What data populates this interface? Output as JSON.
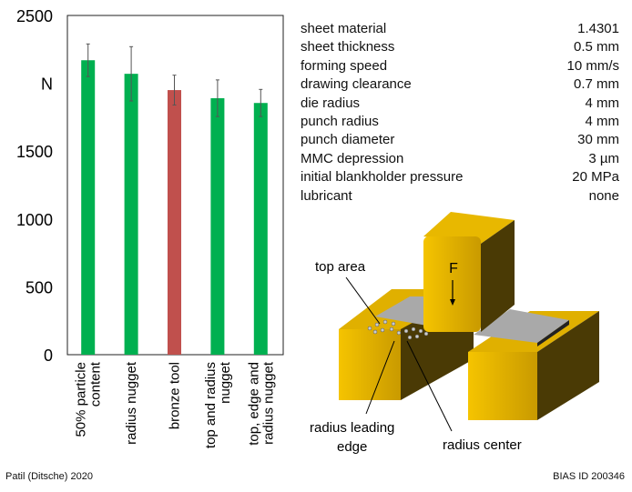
{
  "chart_data": {
    "type": "bar",
    "categories": [
      "50% particle content",
      "radius nugget",
      "bronze tool",
      "top and radius nugget",
      "top, edge and radius nugget"
    ],
    "category_lines": [
      [
        "50% particle",
        "content"
      ],
      [
        "radius nugget"
      ],
      [
        "bronze tool"
      ],
      [
        "top and radius",
        "nugget"
      ],
      [
        "top, edge and",
        "radius nugget"
      ]
    ],
    "values": [
      2170,
      2070,
      1950,
      1890,
      1855
    ],
    "errors": [
      120,
      200,
      110,
      135,
      100
    ],
    "colors": [
      "#00b050",
      "#00b050",
      "#c0504d",
      "#00b050",
      "#00b050"
    ],
    "ylim": [
      0,
      2500
    ],
    "yticks": [
      "0",
      "500",
      "1000",
      "1500",
      "N",
      "2500"
    ],
    "ytick_values": [
      0,
      500,
      1000,
      1500,
      2000,
      2500
    ],
    "ylabel": "N",
    "grid": false
  },
  "parameters": [
    {
      "label": "sheet material",
      "value": "1.4301"
    },
    {
      "label": "sheet thickness",
      "value": "0.5 mm"
    },
    {
      "label": "forming speed",
      "value": "10 mm/s"
    },
    {
      "label": "drawing clearance",
      "value": "0.7 mm"
    },
    {
      "label": "die radius",
      "value": "4 mm"
    },
    {
      "label": "punch radius",
      "value": "4 mm"
    },
    {
      "label": "punch diameter",
      "value": "30 mm"
    },
    {
      "label": "MMC depression",
      "value": "3 µm"
    },
    {
      "label": "initial blankholder pressure",
      "value": "20 MPa"
    },
    {
      "label": "lubricant",
      "value": "none"
    }
  ],
  "diagram": {
    "force": "F",
    "top_area": "top area",
    "radius_leading_edge_1": "radius leading",
    "radius_leading_edge_2": "edge",
    "radius_center": "radius center"
  },
  "footer": {
    "left": "Patil (Ditsche) 2020",
    "right": "BIAS ID 200346"
  }
}
